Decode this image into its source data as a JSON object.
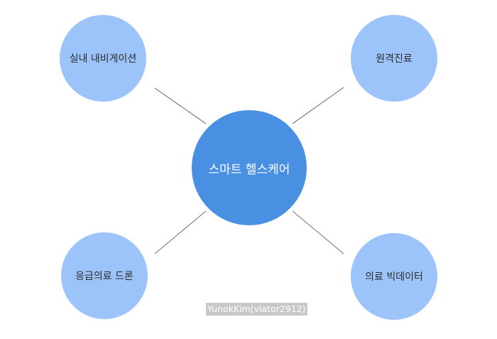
{
  "diagram": {
    "center": {
      "label": "스마트 헬스케어"
    },
    "satellites": {
      "top_left": {
        "label": "실내 내비게이션"
      },
      "top_right": {
        "label": "원격진료"
      },
      "bottom_left": {
        "label": "응급의료 드론"
      },
      "bottom_right": {
        "label": "의료 빅데이터"
      }
    }
  },
  "watermark": {
    "text": "YunokKim(viator2912)"
  },
  "colors": {
    "center_fill": "#4a90e2",
    "satellite_fill": "#9cc4fb",
    "connector": "#777777",
    "watermark_bg": "#c8c8c8"
  }
}
